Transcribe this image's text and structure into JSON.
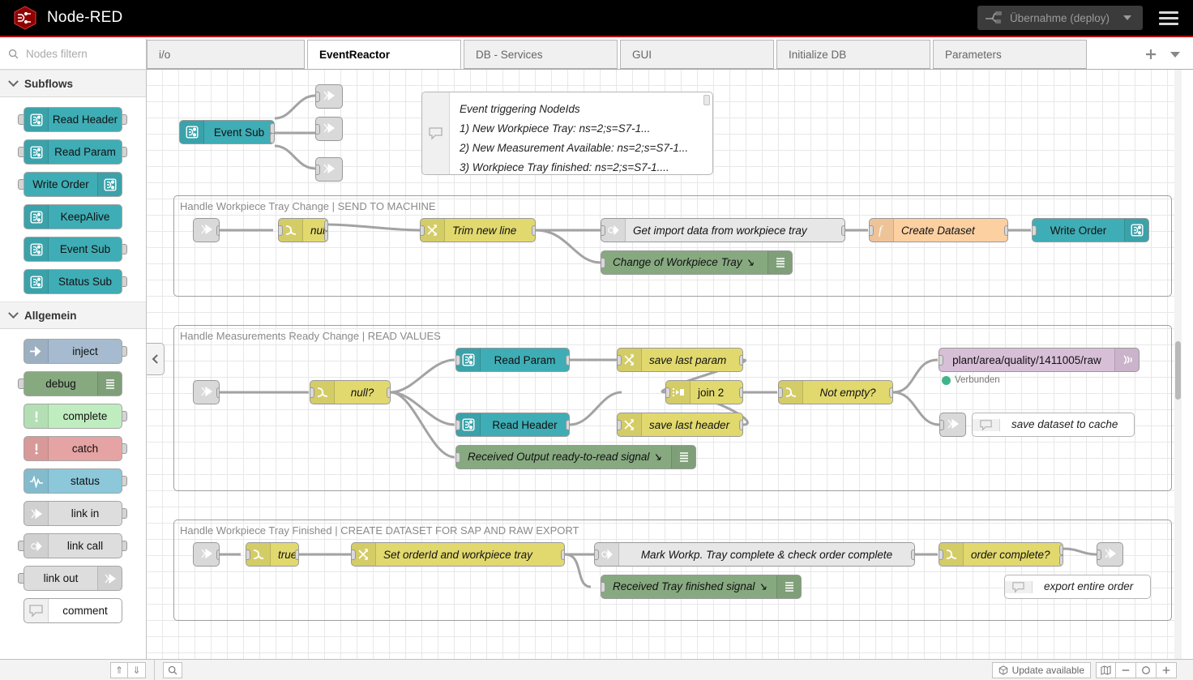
{
  "header": {
    "brand_title": "Node-RED",
    "logo_icon": "node-red-logo-icon",
    "deploy_label": "Übernahme (deploy)",
    "deploy_icon": "deploy-icon",
    "deploy_caret_icon": "chevron-down-icon",
    "menu_icon": "hamburger-menu-icon"
  },
  "palette": {
    "search_placeholder": "Nodes filtern",
    "search_value": "",
    "search_icon": "search-icon",
    "categories": [
      {
        "name": "Subflows",
        "collapse_icon": "chevron-down-icon",
        "nodes": [
          {
            "label": "Read Header",
            "icon": "subflow-icon",
            "icon_side": "left",
            "color": "#3fadb5",
            "in": true,
            "out": true
          },
          {
            "label": "Read Param",
            "icon": "subflow-icon",
            "icon_side": "left",
            "color": "#3fadb5",
            "in": true,
            "out": true
          },
          {
            "label": "Write Order",
            "icon": "subflow-icon",
            "icon_side": "right",
            "color": "#3fadb5",
            "in": true,
            "out": false
          },
          {
            "label": "KeepAlive",
            "icon": "subflow-icon",
            "icon_side": "left",
            "color": "#3fadb5",
            "in": false,
            "out": false
          },
          {
            "label": "Event Sub",
            "icon": "subflow-icon",
            "icon_side": "left",
            "color": "#3fadb5",
            "in": false,
            "out": true
          },
          {
            "label": "Status Sub",
            "icon": "subflow-icon",
            "icon_side": "left",
            "color": "#3fadb5",
            "in": false,
            "out": true
          }
        ]
      },
      {
        "name": "Allgemein",
        "collapse_icon": "chevron-down-icon",
        "nodes": [
          {
            "label": "inject",
            "icon": "inject-arrow-icon",
            "icon_side": "left",
            "color": "#a6bbcf",
            "in": false,
            "out": true
          },
          {
            "label": "debug",
            "icon": "debug-lines-icon",
            "icon_side": "right",
            "color": "#87a980",
            "in": true,
            "out": false
          },
          {
            "label": "complete",
            "icon": "exclamation-icon",
            "icon_side": "left",
            "color": "#c0edc0",
            "in": false,
            "out": true
          },
          {
            "label": "catch",
            "icon": "exclamation-icon",
            "icon_side": "left",
            "color": "#e6a3a3",
            "in": false,
            "out": true
          },
          {
            "label": "status",
            "icon": "pulse-wave-icon",
            "icon_side": "left",
            "color": "#8cc7da",
            "in": false,
            "out": true
          },
          {
            "label": "link in",
            "icon": "link-icon",
            "icon_side": "left",
            "color": "#dddddd",
            "in": false,
            "out": true
          },
          {
            "label": "link call",
            "icon": "link-call-icon",
            "icon_side": "left",
            "color": "#dddddd",
            "in": true,
            "out": true
          },
          {
            "label": "link out",
            "icon": "link-icon",
            "icon_side": "right",
            "color": "#dddddd",
            "in": true,
            "out": false
          },
          {
            "label": "comment",
            "icon": "comment-bubble-icon",
            "icon_side": "left",
            "color": "#ffffff",
            "in": false,
            "out": false
          }
        ]
      }
    ]
  },
  "tabs": {
    "items": [
      {
        "label": "i/o",
        "active": false
      },
      {
        "label": "EventReactor",
        "active": true
      },
      {
        "label": "DB - Services",
        "active": false
      },
      {
        "label": "GUI",
        "active": false
      },
      {
        "label": "Initialize DB",
        "active": false
      },
      {
        "label": "Parameters",
        "active": false
      }
    ],
    "add_label": "+",
    "add_icon": "plus-icon",
    "more_icon": "chevron-down-icon"
  },
  "canvas": {
    "collapse_handle_icon": "chevron-left-icon",
    "top_nodes": {
      "event_sub": "Event Sub",
      "link_out_1": "link-out-icon",
      "link_out_2": "link-out-icon",
      "link_out_3": "link-out-icon"
    },
    "comment_top": {
      "icon": "comment-bubble-icon",
      "lines": [
        "Event triggering NodeIds",
        "1) New Workpiece Tray: ns=2;s=S7-1...",
        "2) New Measurement Available: ns=2;s=S7-1...",
        "3) Workpiece Tray finished: ns=2;s=S7-1...."
      ]
    },
    "groups": [
      {
        "title": "Handle Workpiece Tray Change | SEND TO MACHINE",
        "nodes": [
          {
            "label": "",
            "icon": "link-in-icon",
            "type": "link"
          },
          {
            "label": "null?",
            "icon": "switch-icon",
            "type": "switch"
          },
          {
            "label": "Trim new line",
            "icon": "change-icon",
            "type": "change"
          },
          {
            "label": "Get import data from workpiece tray",
            "icon": "link-call-icon",
            "type": "linkcall"
          },
          {
            "label": "Create Dataset",
            "icon": "function-icon",
            "type": "function"
          },
          {
            "label": "Write Order",
            "icon": "subflow-icon",
            "type": "subflow"
          },
          {
            "label": "Change of Workpiece Tray",
            "icon": "debug-lines-icon",
            "type": "debug"
          }
        ]
      },
      {
        "title": "Handle Measurements Ready Change | READ VALUES",
        "nodes": [
          {
            "label": "",
            "icon": "link-in-icon",
            "type": "link"
          },
          {
            "label": "null?",
            "icon": "switch-icon",
            "type": "switch"
          },
          {
            "label": "Read Param",
            "icon": "subflow-icon",
            "type": "subflow"
          },
          {
            "label": "Read Header",
            "icon": "subflow-icon",
            "type": "subflow"
          },
          {
            "label": "save last param",
            "icon": "change-icon",
            "type": "change"
          },
          {
            "label": "save last header",
            "icon": "change-icon",
            "type": "change"
          },
          {
            "label": "join 2",
            "icon": "join-icon",
            "type": "join"
          },
          {
            "label": "Not empty?",
            "icon": "switch-icon",
            "type": "switch"
          },
          {
            "label": "plant/area/quality/1411005/raw",
            "icon": "mqtt-icon",
            "type": "mqtt"
          },
          {
            "label": "Received Output ready-to-read signal",
            "icon": "debug-lines-icon",
            "type": "debug"
          },
          {
            "label": "save dataset to cache",
            "icon": "comment-bubble-icon",
            "type": "comment"
          }
        ],
        "mqtt_status": "Verbunden",
        "mqtt_status_color": "#3fb58c"
      },
      {
        "title": "Handle Workpiece Tray Finished | CREATE DATASET FOR SAP AND RAW EXPORT",
        "nodes": [
          {
            "label": "",
            "icon": "link-in-icon",
            "type": "link"
          },
          {
            "label": "true?",
            "icon": "switch-icon",
            "type": "switch"
          },
          {
            "label": "Set orderId and workpiece tray",
            "icon": "change-icon",
            "type": "change"
          },
          {
            "label": "Mark Workp. Tray complete & check order complete",
            "icon": "link-call-icon",
            "type": "linkcall"
          },
          {
            "label": "order complete?",
            "icon": "switch-icon",
            "type": "switch"
          },
          {
            "label": "",
            "icon": "link-out-icon",
            "type": "link"
          },
          {
            "label": "Received Tray finished signal",
            "icon": "debug-lines-icon",
            "type": "debug"
          },
          {
            "label": "export entire order",
            "icon": "comment-bubble-icon",
            "type": "comment"
          }
        ]
      }
    ]
  },
  "footer": {
    "collapse_up_icon": "chevrons-up-icon",
    "collapse_down_icon": "chevrons-down-icon",
    "search_icon": "search-icon",
    "update_label": "Update available",
    "update_icon": "package-icon",
    "navigator_icon": "map-icon",
    "zoom_out_icon": "minus-icon",
    "zoom_reset_icon": "circle-icon",
    "zoom_in_icon": "plus-icon"
  },
  "colors": {
    "brand_red": "#b11217",
    "subflow_teal": "#3fadb5",
    "switch_yellow": "#e2d96e",
    "change_yellow": "#e2d96e",
    "function_orange": "#fdd0a2",
    "debug_green": "#87a980",
    "mqtt_purple": "#d8bfd8",
    "link_grey": "#d9d9d9",
    "linkcall_grey": "#e7e7e7"
  }
}
